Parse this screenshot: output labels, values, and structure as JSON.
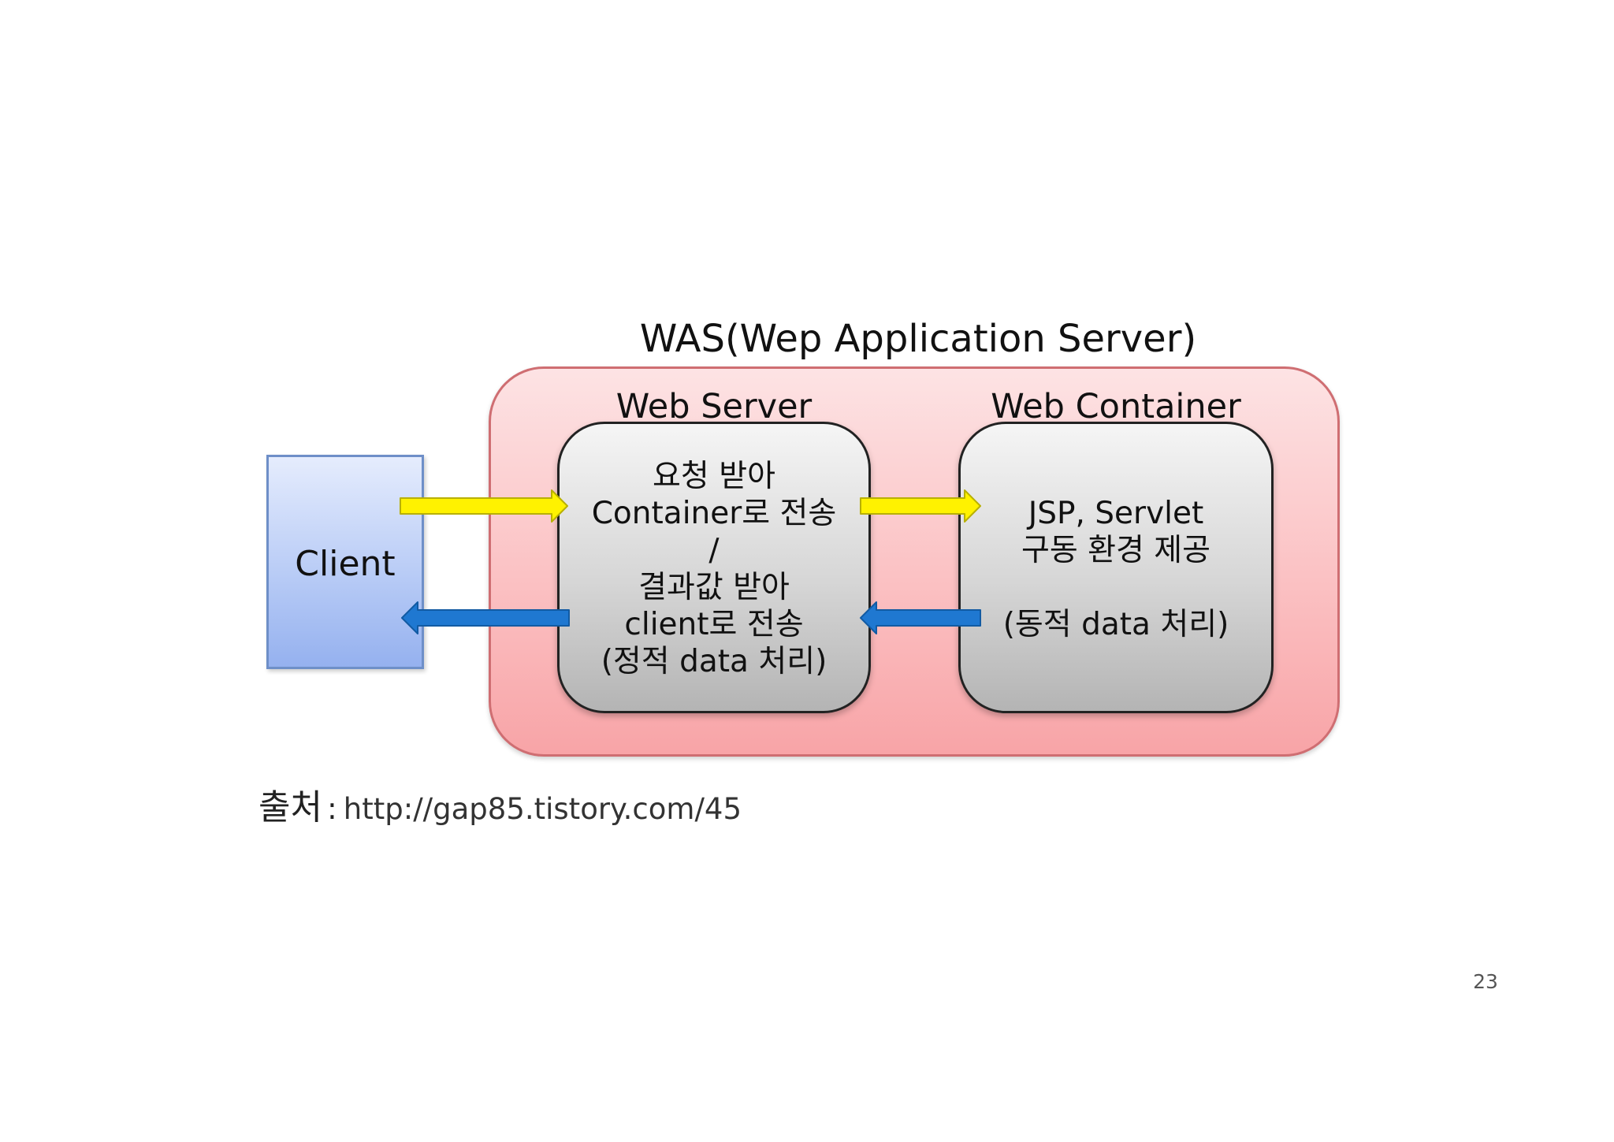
{
  "diagram": {
    "title": "WAS(Wep Application Server)",
    "client": {
      "label": "Client"
    },
    "web_server": {
      "label": "Web Server",
      "lines": [
        "요청 받아",
        "Container로 전송",
        "/",
        "결과값 받아",
        "client로 전송",
        "(정적 data 처리)"
      ]
    },
    "web_container": {
      "label": "Web Container",
      "lines": [
        "JSP, Servlet",
        "구동 환경 제공",
        "(동적 data 처리)"
      ]
    },
    "arrows": [
      {
        "from": "client",
        "to": "web_server",
        "direction": "right",
        "color": "#FFF200"
      },
      {
        "from": "web_server",
        "to": "web_container",
        "direction": "right",
        "color": "#FFF200"
      },
      {
        "from": "web_container",
        "to": "web_server",
        "direction": "left",
        "color": "#1F78D1"
      },
      {
        "from": "web_server",
        "to": "client",
        "direction": "left",
        "color": "#1F78D1"
      }
    ],
    "colors": {
      "was_fill": "#F9B5B8",
      "inner_fill": "#D0D0D0",
      "client_fill": "#B0C6F4"
    }
  },
  "source": {
    "label": "출처",
    "separator": ":",
    "url": "http://gap85.tistory.com/45"
  },
  "page_number": "23"
}
